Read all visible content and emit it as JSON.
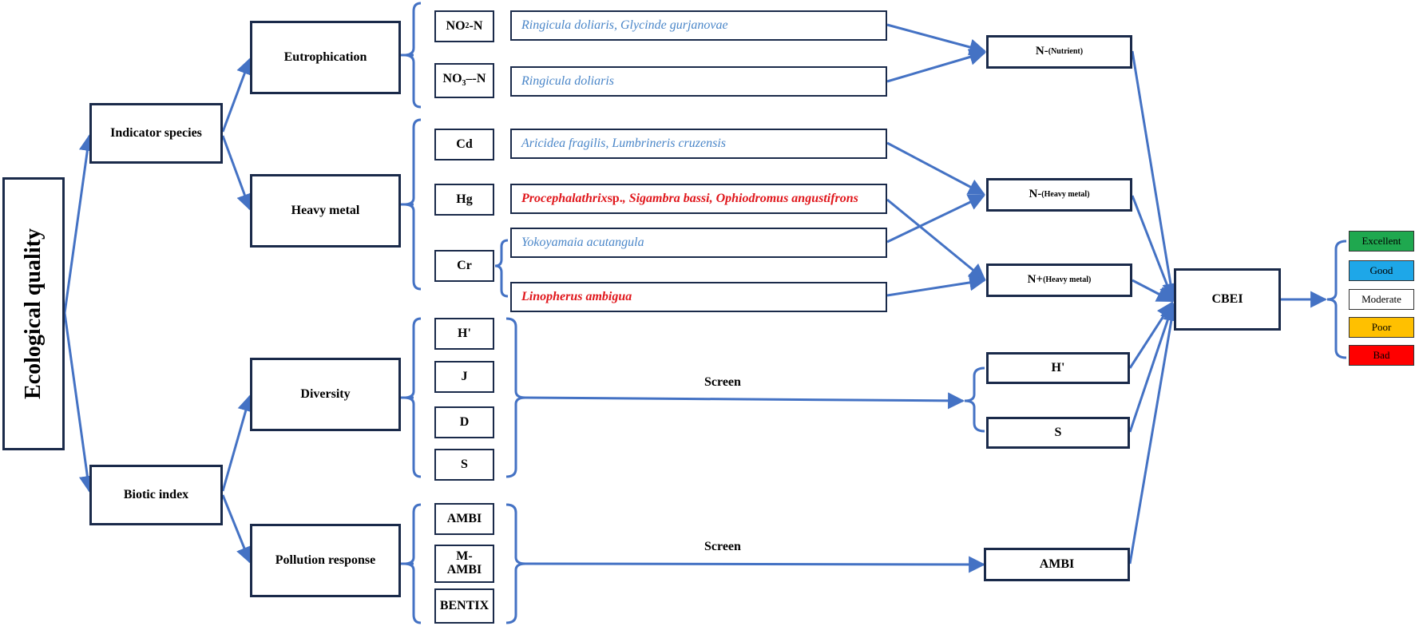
{
  "root": "Ecological quality",
  "level1": {
    "indicator_species": "Indicator species",
    "biotic_index": "Biotic index"
  },
  "level2": {
    "eutrophication": "Eutrophication",
    "heavy_metal": "Heavy metal",
    "diversity": "Diversity",
    "pollution_response": "Pollution response"
  },
  "params": {
    "no2": {
      "base": "NO",
      "sub": "2",
      "tail": "-N"
    },
    "no3": {
      "base": "NO",
      "sub": "3",
      "tail": "–-N"
    },
    "cd": "Cd",
    "hg": "Hg",
    "cr": "Cr",
    "h": "H'",
    "j": "J",
    "d": "D",
    "s": "S",
    "ambi": "AMBI",
    "mambi": "M-AMBI",
    "bentix": "BENTIX"
  },
  "species": {
    "no2": "Ringicula doliaris, Glycinde gurjanovae",
    "no3": "Ringicula doliaris",
    "cd": "Aricidea fragilis, Lumbrineris cruzensis",
    "hg_a": "Procephalathrix",
    "hg_b": " sp.",
    "hg_c": ", Sigambra bassi, Ophiodromus angustifrons",
    "cr_blue": "Yokoyamaia acutangula",
    "cr_red": "Linopherus ambigua"
  },
  "metrics": {
    "n_nutrient": {
      "base": "N-",
      "sub": "(Nutrient)"
    },
    "n_minus_hm": {
      "base": "N-",
      "sub": "(Heavy metal)"
    },
    "n_plus_hm": {
      "base": "N+",
      "sub": "(Heavy metal)"
    },
    "h": "H'",
    "s": "S",
    "ambi": "AMBI"
  },
  "screen_label_1": "Screen",
  "screen_label_2": "Screen",
  "cbei": "CBEI",
  "legend": [
    {
      "label": "Excellent",
      "color": "#1fa84f"
    },
    {
      "label": "Good",
      "color": "#1ea7e8"
    },
    {
      "label": "Moderate",
      "color": "#ffffff"
    },
    {
      "label": "Poor",
      "color": "#ffc000"
    },
    {
      "label": "Bad",
      "color": "#ff0000"
    }
  ],
  "colors": {
    "arrow": "#4472c4",
    "box_border": "#1a2a4a",
    "species_blue": "#4a86c8",
    "species_red": "#e0161b"
  }
}
